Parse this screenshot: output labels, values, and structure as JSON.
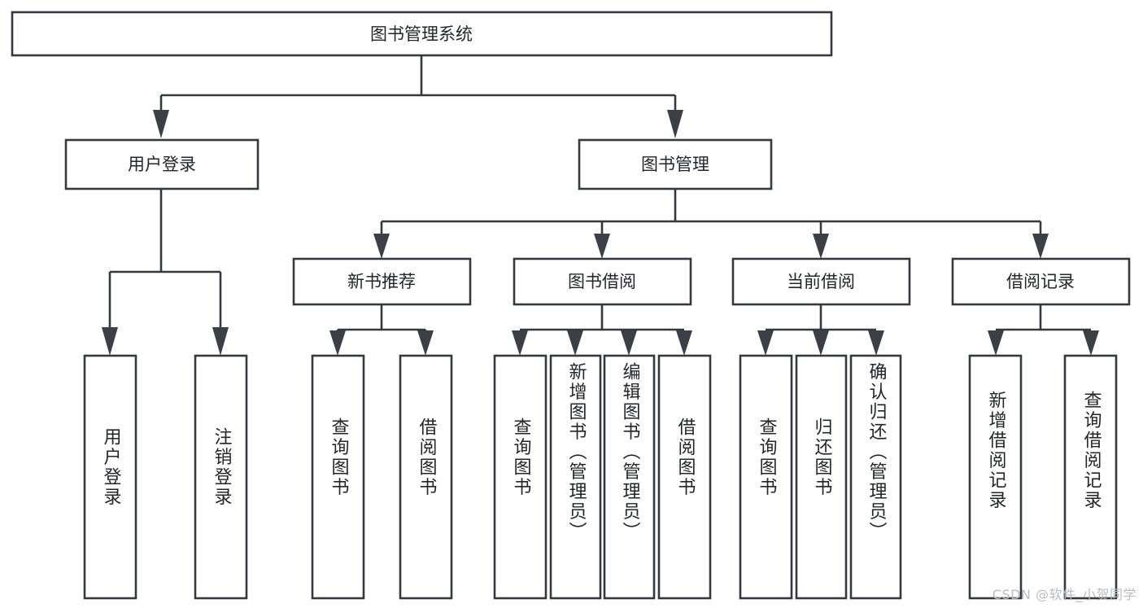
{
  "diagram": {
    "title": "图书管理系统",
    "type": "tree",
    "watermark": "CSDN @软件_小贺同学",
    "colors": {
      "box_stroke": "#33393f",
      "box_fill": "#ffffff",
      "connector": "#33393f",
      "text": "#22262b",
      "watermark": "#b9bcc0",
      "background": "#ffffff"
    },
    "root": {
      "label": "图书管理系统",
      "orientation": "horizontal"
    },
    "level2": [
      {
        "label": "用户登录",
        "orientation": "horizontal"
      },
      {
        "label": "图书管理",
        "orientation": "horizontal"
      }
    ],
    "level3": [
      {
        "label": "新书推荐",
        "orientation": "horizontal",
        "parent": "图书管理"
      },
      {
        "label": "图书借阅",
        "orientation": "horizontal",
        "parent": "图书管理"
      },
      {
        "label": "当前借阅",
        "orientation": "horizontal",
        "parent": "图书管理"
      },
      {
        "label": "借阅记录",
        "orientation": "horizontal",
        "parent": "图书管理"
      }
    ],
    "leaves": [
      {
        "label": "用户登录",
        "parent": "用户登录",
        "orientation": "vertical"
      },
      {
        "label": "注销登录",
        "parent": "用户登录",
        "orientation": "vertical"
      },
      {
        "label": "查询图书",
        "parent": "新书推荐",
        "orientation": "vertical"
      },
      {
        "label": "借阅图书",
        "parent": "新书推荐",
        "orientation": "vertical"
      },
      {
        "label": "查询图书",
        "parent": "图书借阅",
        "orientation": "vertical"
      },
      {
        "label": "新增图书（管理员）",
        "parent": "图书借阅",
        "orientation": "vertical"
      },
      {
        "label": "编辑图书（管理员）",
        "parent": "图书借阅",
        "orientation": "vertical"
      },
      {
        "label": "借阅图书",
        "parent": "图书借阅",
        "orientation": "vertical"
      },
      {
        "label": "查询图书",
        "parent": "当前借阅",
        "orientation": "vertical"
      },
      {
        "label": "归还图书",
        "parent": "当前借阅",
        "orientation": "vertical"
      },
      {
        "label": "确认归还（管理员）",
        "parent": "当前借阅",
        "orientation": "vertical"
      },
      {
        "label": "新增借阅记录",
        "parent": "借阅记录",
        "orientation": "vertical"
      },
      {
        "label": "查询借阅记录",
        "parent": "借阅记录",
        "orientation": "vertical"
      }
    ]
  }
}
